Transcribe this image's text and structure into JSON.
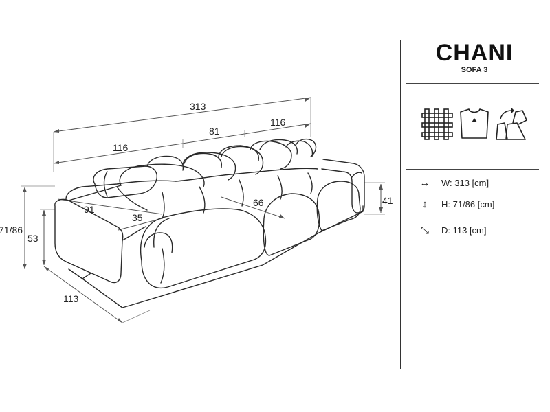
{
  "product": {
    "name": "CHANI",
    "subtitle": "SOFA 3"
  },
  "icons": [
    {
      "name": "woven-frame-icon"
    },
    {
      "name": "tshirt-fabric-icon"
    },
    {
      "name": "adjustable-headrest-icon"
    }
  ],
  "specs": [
    {
      "icon": "horizontal-arrow-icon",
      "label": "W: 313 [cm]"
    },
    {
      "icon": "vertical-arrow-icon",
      "label": "H: 71/86 [cm]"
    },
    {
      "icon": "diagonal-arrow-icon",
      "label": "D: 113 [cm]"
    }
  ],
  "dimensions": {
    "total_width": "313",
    "left_section": "116",
    "middle_section": "81",
    "right_section": "116",
    "seat_depth": "91",
    "armrest": "35",
    "seat_length": "66",
    "arm_height": "41",
    "total_height": "71/86",
    "seat_height": "53",
    "total_depth": "113"
  },
  "colors": {
    "line": "#2a2a2a",
    "background": "#ffffff"
  }
}
